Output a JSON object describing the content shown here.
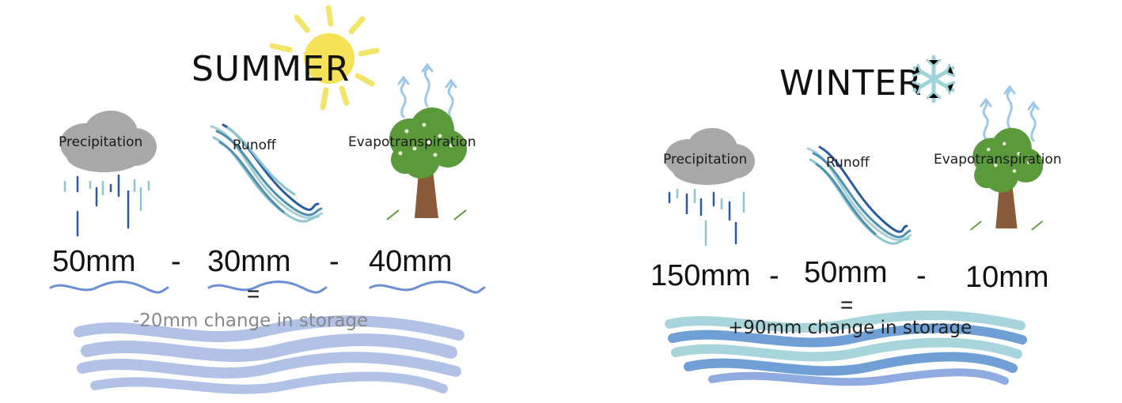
{
  "banner": {
    "visible_text": "",
    "accent_text": "",
    "accent_color": "#b03070"
  },
  "colors": {
    "sun": "#f4e04d",
    "sun_rays": "#f2e56a",
    "snowflake": "#9dd4d8",
    "cloud": "#9a9a9a",
    "rain_dark": "#2c5aa0",
    "rain_light": "#8cc6cf",
    "water_summer": "#7e9bd6",
    "water_winter": "#3f7fc6",
    "tree_leaves": "#5a9a3a",
    "trunk": "#8a5a3a",
    "steam": "#9ec7e8",
    "runoff": "#4f8fb0",
    "underline": "#6b8fd6"
  },
  "summer": {
    "title": "SUMMER",
    "labels": {
      "precipitation": "Precipitation",
      "runoff": "Runoff",
      "evapotranspiration": "Evapotranspiration"
    },
    "values": {
      "precipitation": "50mm",
      "runoff": "30mm",
      "evapotranspiration": "40mm"
    },
    "operators": {
      "minus1": "-",
      "minus2": "-",
      "equals": "="
    },
    "result": "-20mm change in storage",
    "icon": "sun-icon"
  },
  "winter": {
    "title": "WINTER",
    "labels": {
      "precipitation": "Precipitation",
      "runoff": "Runoff",
      "evapotranspiration": "Evapotranspiration"
    },
    "values": {
      "precipitation": "150mm",
      "runoff": "50mm",
      "evapotranspiration": "10mm"
    },
    "operators": {
      "minus1": "-",
      "minus2": "-",
      "equals": "="
    },
    "result": "+90mm change in storage",
    "icon": "snowflake-icon"
  }
}
